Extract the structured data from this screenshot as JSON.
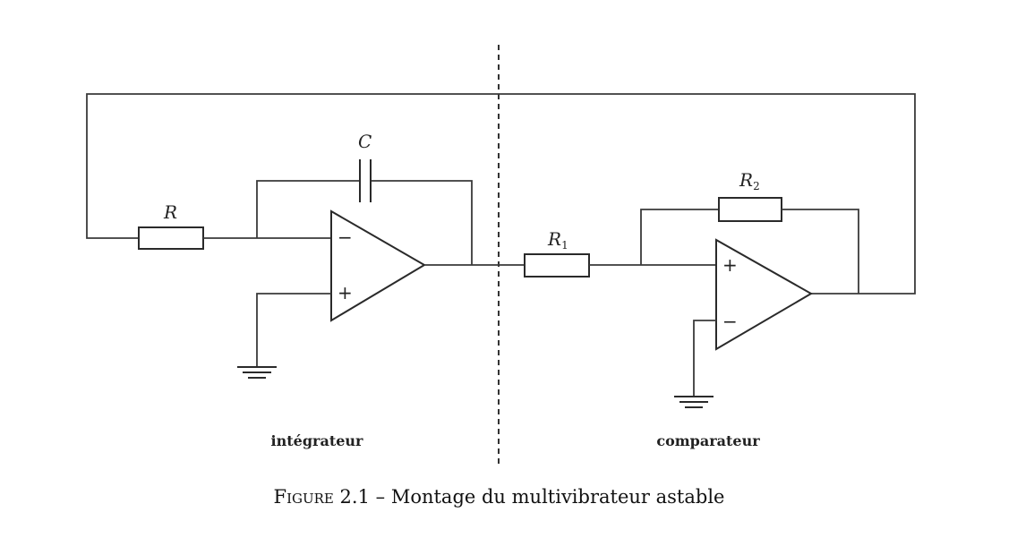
{
  "labels": {
    "capacitor": "C",
    "resistor_R": "R",
    "resistor_R1": "R",
    "resistor_R1_sub": "1",
    "resistor_R2": "R",
    "resistor_R2_sub": "2",
    "minus": "−",
    "plus": "+"
  },
  "sections": {
    "integrator": "intégrateur",
    "comparator": "comparateur"
  },
  "caption": {
    "figure": "Figure 2.1",
    "dash": " – ",
    "text": "Montage du multivibrateur astable"
  }
}
